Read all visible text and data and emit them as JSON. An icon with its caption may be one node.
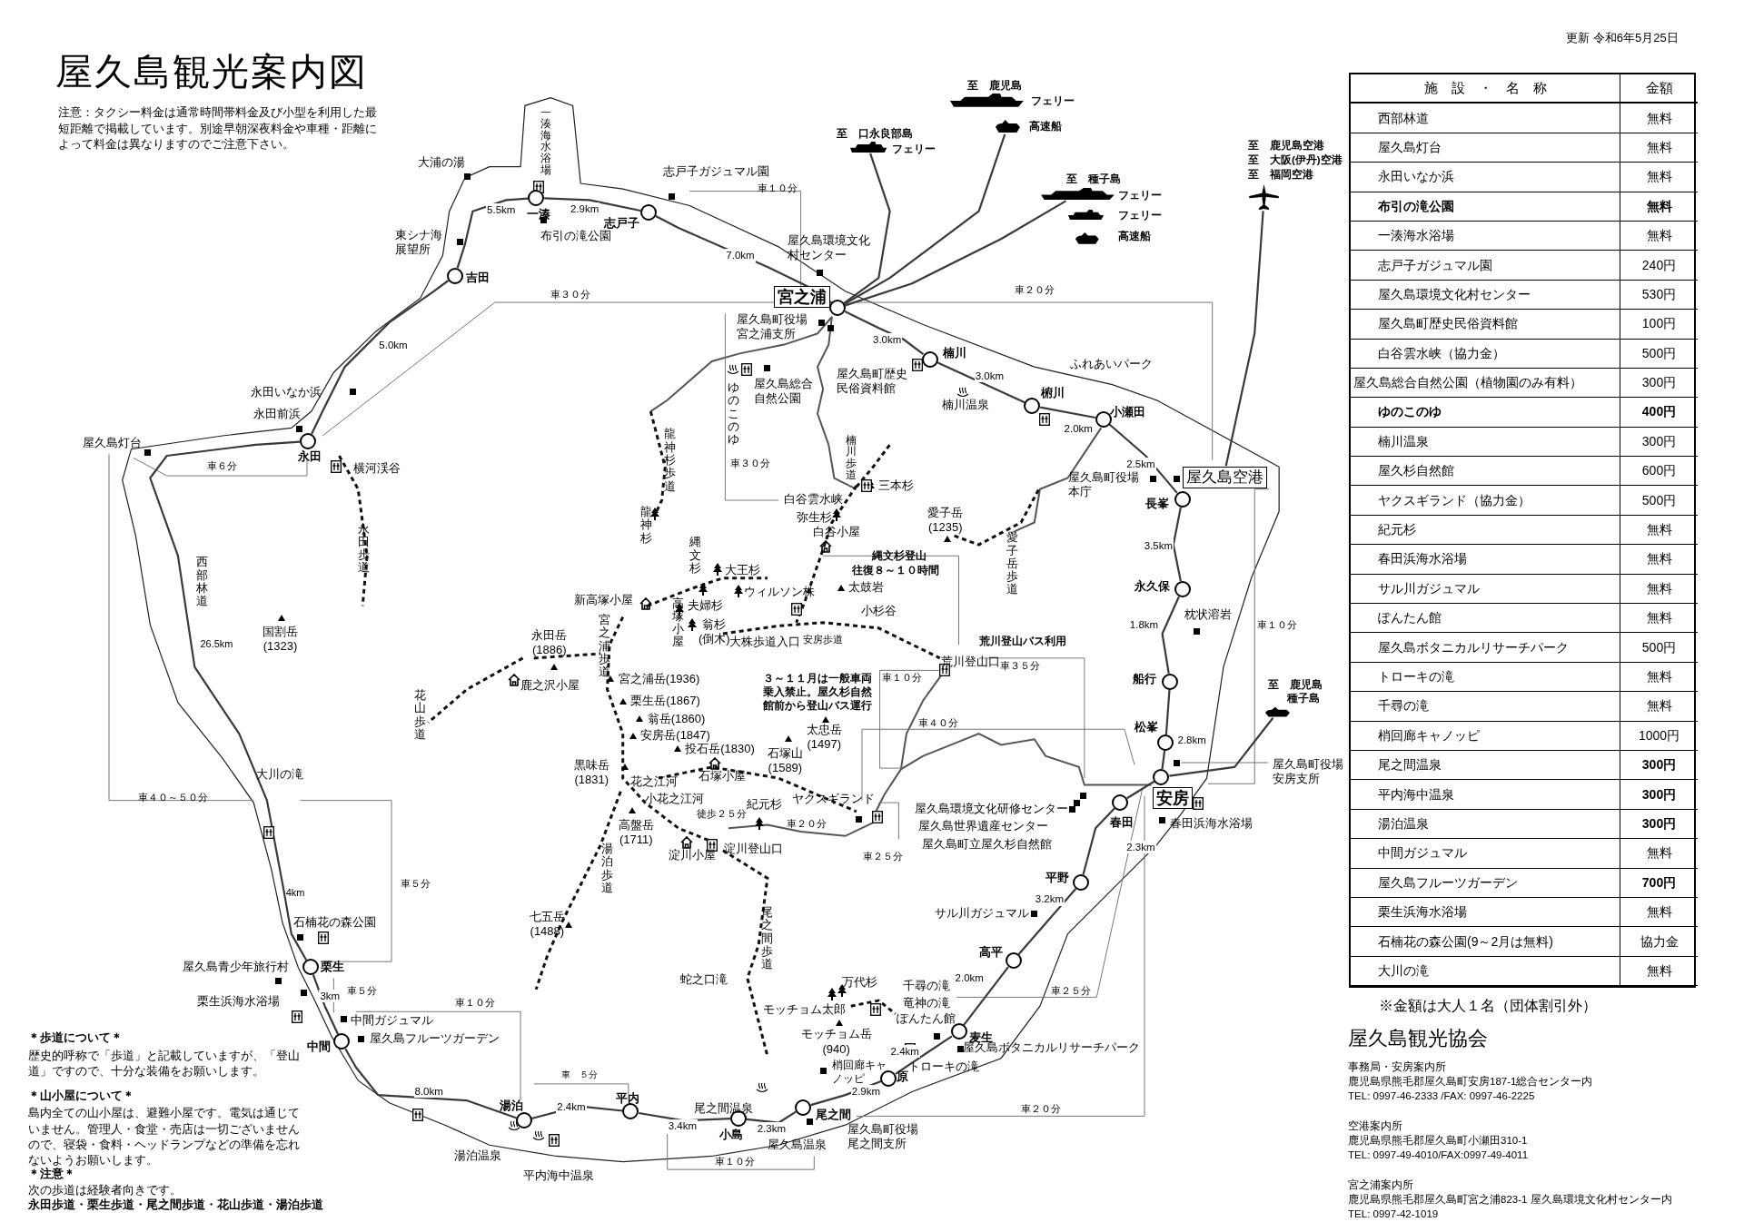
{
  "diagram": {
    "title": "屋久島観光案内図",
    "nodes": [
      {
        "text": [],
        "shape": "circle",
        "beside": [
          "宮之浦"
        ]
      },
      {
        "text": [],
        "shape": "circle",
        "beside": [
          "楠川"
        ]
      },
      {
        "text": [],
        "shape": "circle",
        "beside": [
          "椨川"
        ]
      },
      {
        "text": [],
        "shape": "circle",
        "beside": [
          "小瀬田"
        ]
      },
      {
        "text": [],
        "shape": "circle",
        "beside": [
          "長峯"
        ]
      },
      {
        "text": [],
        "shape": "circle",
        "beside": [
          "永久保"
        ]
      },
      {
        "text": [],
        "shape": "circle",
        "beside": [
          "船行"
        ]
      },
      {
        "text": [],
        "shape": "circle",
        "beside": [
          "松峯"
        ]
      },
      {
        "text": [],
        "shape": "circle",
        "beside": [
          "安房"
        ]
      },
      {
        "text": [],
        "shape": "circle",
        "beside": [
          "春田"
        ]
      },
      {
        "text": [],
        "shape": "circle",
        "beside": [
          "平野"
        ]
      },
      {
        "text": [],
        "shape": "circle",
        "beside": [
          "高平"
        ]
      },
      {
        "text": [],
        "shape": "circle",
        "beside": [
          "麦生"
        ]
      },
      {
        "text": [],
        "shape": "circle",
        "beside": [
          "原"
        ]
      },
      {
        "text": [],
        "shape": "circle",
        "beside": [
          "尾之間"
        ]
      },
      {
        "text": [],
        "shape": "circle",
        "beside": [
          "小島"
        ]
      },
      {
        "text": [],
        "shape": "circle",
        "beside": [
          "平内"
        ]
      },
      {
        "text": [],
        "shape": "circle",
        "beside": [
          "湯泊"
        ]
      },
      {
        "text": [],
        "shape": "circle",
        "beside": [
          "中間"
        ]
      },
      {
        "text": [],
        "shape": "circle",
        "beside": [
          "栗生"
        ]
      },
      {
        "text": [],
        "shape": "circle",
        "beside": [
          "永田"
        ]
      },
      {
        "text": [],
        "shape": "circle",
        "beside": [
          "吉田"
        ]
      },
      {
        "text": [],
        "shape": "circle",
        "beside": [
          "一湊"
        ]
      },
      {
        "text": [],
        "shape": "circle",
        "beside": [
          "志戸子"
        ]
      },
      {
        "text": [
          "屋久島空港"
        ]
      },
      {
        "text": [],
        "shape": "picture",
        "beside": [
          "至　鹿児島",
          "フェリー"
        ]
      },
      {
        "text": [],
        "shape": "picture",
        "beside": [
          "高速船"
        ]
      },
      {
        "text": [],
        "shape": "picture",
        "beside": [
          "至　口永良部島",
          "フェリー"
        ]
      },
      {
        "text": [],
        "shape": "picture",
        "beside": [
          "至　種子島",
          "フェリー"
        ]
      },
      {
        "text": [],
        "shape": "picture",
        "beside": [
          "フェリー"
        ]
      },
      {
        "text": [],
        "shape": "picture",
        "beside": [
          "高速船"
        ]
      },
      {
        "text": [],
        "shape": "picture",
        "beside": [
          "至　鹿児島空港",
          "至　大阪(伊丹)空港",
          "至　福岡空港"
        ]
      },
      {
        "text": [],
        "shape": "picture",
        "beside": [
          "至　鹿児島",
          "種子島"
        ]
      }
    ],
    "edges": [
      {
        "from": 0,
        "to": 1,
        "arrow": "none",
        "label": "3.0km"
      },
      {
        "from": 1,
        "to": 2,
        "arrow": "none",
        "label": "3.0km"
      },
      {
        "from": 2,
        "to": 3,
        "arrow": "none",
        "label": "2.0km"
      },
      {
        "from": 3,
        "to": 4,
        "arrow": "none",
        "label": "2.5km"
      },
      {
        "from": 4,
        "to": 5,
        "arrow": "none",
        "label": "3.5km"
      },
      {
        "from": 5,
        "to": 6,
        "arrow": "none",
        "label": "1.8km"
      },
      {
        "from": 6,
        "to": 7,
        "arrow": "none"
      },
      {
        "from": 7,
        "to": 8,
        "arrow": "none",
        "label": "2.8km"
      },
      {
        "from": 8,
        "to": 9,
        "arrow": "none"
      },
      {
        "from": 9,
        "to": 10,
        "arrow": "none",
        "label": "2.3km"
      },
      {
        "from": 10,
        "to": 11,
        "arrow": "none",
        "label": "3.2km"
      },
      {
        "from": 11,
        "to": 12,
        "arrow": "none",
        "label": "2.0km"
      },
      {
        "from": 12,
        "to": 13,
        "arrow": "none",
        "label": "2.4km"
      },
      {
        "from": 13,
        "to": 14,
        "arrow": "none",
        "label": "2.9km"
      },
      {
        "from": 14,
        "to": 15,
        "arrow": "none",
        "label": "2.3km"
      },
      {
        "from": 15,
        "to": 16,
        "arrow": "none",
        "label": "3.4km"
      },
      {
        "from": 16,
        "to": 17,
        "arrow": "none",
        "label": "2.4km"
      },
      {
        "from": 17,
        "to": 18,
        "arrow": "none",
        "label": "8.0km"
      },
      {
        "from": 18,
        "to": 19,
        "arrow": "none",
        "label": "3km"
      },
      {
        "from": 19,
        "to": 20,
        "arrow": "none"
      },
      {
        "from": 20,
        "to": 21,
        "arrow": "none",
        "label": "5.0km"
      },
      {
        "from": 21,
        "to": 22,
        "arrow": "none",
        "label": "5.5km"
      },
      {
        "from": 22,
        "to": 23,
        "arrow": "none",
        "label": "2.9km"
      },
      {
        "from": 23,
        "to": 0,
        "arrow": "none",
        "label": "7.0km"
      },
      {
        "from": 27,
        "to": 0,
        "arrow": "none"
      },
      {
        "from": 26,
        "to": 0,
        "arrow": "none"
      },
      {
        "from": 28,
        "to": 0,
        "arrow": "none"
      },
      {
        "from": 31,
        "to": 24,
        "arrow": "none"
      },
      {
        "from": 32,
        "to": 8,
        "arrow": "none"
      }
    ],
    "labels": [
      "更新 令和6年5月25日",
      "注意：タクシー料金は通常時間帯料金及び小型を利用した最短距離で掲載しています。別途早朝深夜料金や車種・距離によって料金は異なりますのでご注意下さい。",
      "一湊海水浴場",
      "大浦の湯",
      "志戸子ガジュマル園",
      "布引の滝公園",
      "東シナ海展望所",
      "屋久島環境文化村センター",
      "車１０分",
      "車３０分",
      "車２０分",
      "屋久島町役場宮之浦支所",
      "ゆのこのゆ",
      "屋久島総合自然公園",
      "屋久島町歴史民俗資料館",
      "楠川温泉",
      "ふれあいパーク",
      "屋久島町役場本庁",
      "愛子岳 (1235)",
      "愛子岳歩道",
      "永田いなか浜",
      "永田前浜",
      "屋久島灯台",
      "車６分",
      "横河渓谷",
      "永田歩道",
      "龍神杉歩道",
      "車３０分",
      "楠川歩道",
      "三本杉",
      "白谷雲水峡",
      "弥生杉",
      "白谷小屋",
      "龍神杉",
      "縄文杉",
      "大王杉",
      "縄文杉登山",
      "往復８～１０時間",
      "ウィルソン株",
      "太鼓岩",
      "新高塚小屋",
      "高塚小屋",
      "夫婦杉",
      "翁杉 (倒木)",
      "大株歩道入口",
      "安房歩道",
      "小杉谷",
      "永田岳 (1886)",
      "宮之浦歩道",
      "鹿之沢小屋",
      "国割岳 (1323)",
      "西部林道",
      "26.5km",
      "花山歩道",
      "宮之浦岳(1936)",
      "栗生岳(1867)",
      "翁岳(1860)",
      "安房岳(1847)",
      "投石岳(1830)",
      "黒味岳 (1831)",
      "花之江河",
      "石塚小屋",
      "石塚山 (1589)",
      "太忠岳 (1497)",
      "小花之江河",
      "徒歩２５分",
      "紀元杉",
      "ヤクスギランド",
      "車２０分",
      "高盤岳 (1711)",
      "湯泊歩道",
      "淀川小屋",
      "淀川登山口",
      "車２５分",
      "大川の滝",
      "車４０～５０分",
      "車５分",
      "4km",
      "石楠花の森公園",
      "屋久島青少年旅行村",
      "車５分",
      "栗生浜海水浴場",
      "中間ガジュマル",
      "屋久島フルーツガーデン",
      "車１０分",
      "七五岳 (1488)",
      "尾之間歩道",
      "蛇之口滝",
      "車　５分",
      "湯泊温泉",
      "平内海中温泉",
      "尾之間温泉",
      "屋久島温泉",
      "車１０分",
      "屋久島町役場尾之間支所",
      "梢回廊キャノッピ",
      "モッチョム岳 (940)",
      "モッチョム太郎",
      "万代杉",
      "千尋の滝",
      "竜神の滝",
      "ぽんたん館",
      "トローキの滝",
      "屋久島ボタニカルリサーチパーク",
      "車２５分",
      "車２０分",
      "サル川ガジュマル",
      "屋久島環境文化研修センター",
      "屋久島世界遺産センター",
      "屋久島町立屋久杉自然館",
      "春田浜海水浴場",
      "屋久島町役場安房支所",
      "車１０分",
      "枕状溶岩",
      "荒川登山バス利用",
      "荒川登山口",
      "車３５分",
      "車１０分",
      "３～１１月は一般車両乗入禁止。屋久杉自然館前から登山バス運行",
      "車４０分",
      "＊歩道について＊",
      "歴史的呼称で「歩道」と記載していますが、「登山道」ですので、十分な装備をお願いします。",
      "＊山小屋について＊",
      "島内全ての山小屋は、避難小屋です。電気は通じていません。管理人・食堂・売店は一切ございませんので、寝袋・食料・ヘッドランプなどの準備を忘れないようお願いします。",
      "＊注意＊",
      "次の歩道は経験者向きです。",
      "永田歩道・栗生歩道・尾之間歩道・花山歩道・湯泊歩道",
      "施　設　・　名　称",
      "金額",
      "西部林道",
      "無料",
      "屋久島灯台",
      "無料",
      "永田いなか浜",
      "無料",
      "布引の滝公園",
      "無料",
      "一湊海水浴場",
      "無料",
      "志戸子ガジュマル園",
      "240円",
      "屋久島環境文化村センター",
      "530円",
      "屋久島町歴史民俗資料館",
      "100円",
      "白谷雲水峡（協力金）",
      "500円",
      "屋久島総合自然公園（植物園のみ有料）",
      "300円",
      "ゆのこのゆ",
      "400円",
      "楠川温泉",
      "300円",
      "屋久杉自然館",
      "600円",
      "ヤクスギランド（協力金）",
      "500円",
      "紀元杉",
      "無料",
      "春田浜海水浴場",
      "無料",
      "サル川ガジュマル",
      "無料",
      "ぽんたん館",
      "無料",
      "屋久島ボタニカルリサーチパーク",
      "500円",
      "トローキの滝",
      "無料",
      "千尋の滝",
      "無料",
      "梢回廊キャノッピ",
      "1000円",
      "尾之間温泉",
      "300円",
      "平内海中温泉",
      "300円",
      "湯泊温泉",
      "300円",
      "中間ガジュマル",
      "無料",
      "屋久島フルーツガーデン",
      "700円",
      "栗生浜海水浴場",
      "無料",
      "石楠花の森公園(9～2月は無料)",
      "協力金",
      "大川の滝",
      "無料",
      "※金額は大人１名（団体割引外）",
      "屋久島観光協会",
      "事務局・安房案内所",
      "鹿児島県熊毛郡屋久島町安房187-1総合センター内",
      "TEL: 0997-46-2333 /FAX: 0997-46-2225",
      "空港案内所",
      "鹿児島県熊毛郡屋久島町小瀬田310-1",
      "TEL: 0997-49-4010/FAX:0997-49-4011",
      "宮之浦案内所",
      "鹿児島県熊毛郡屋久島町宮之浦823-1 屋久島環境文化村センター内",
      "TEL: 0997-42-1019"
    ]
  }
}
